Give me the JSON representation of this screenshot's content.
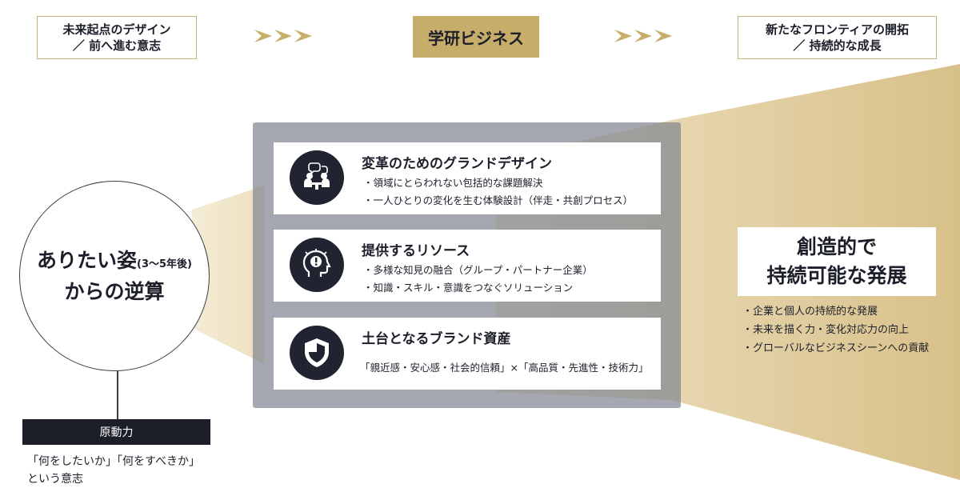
{
  "header": {
    "left_line1": "未来起点のデザイン",
    "left_line2": "／ 前へ進む意志",
    "center": "学研ビジネス",
    "right_line1": "新たなフロンティアの開拓",
    "right_line2": "／ 持続的な成長"
  },
  "origin": {
    "title": "ありたい姿",
    "paren": "(3〜5年後)",
    "title2": "からの逆算",
    "drive_label": "原動力",
    "drive_desc_line1": "「何をしたいか」「何をすべきか」",
    "drive_desc_line2": "という意志"
  },
  "cards": [
    {
      "icon": "meeting-icon",
      "title": "変革のためのグランドデザイン",
      "lines": [
        "・領域にとらわれない包括的な課題解決",
        "・一人ひとりの変化を生む体験設計（伴走・共創プロセス）"
      ]
    },
    {
      "icon": "idea-head-icon",
      "title": "提供するリソース",
      "lines": [
        "・多様な知見の融合（グループ・パートナー企業）",
        "・知識・スキル・意識をつなぐソリューション"
      ]
    },
    {
      "icon": "shield-icon",
      "title": "土台となるブランド資産",
      "lines": [
        "「親近感・安心感・社会的信頼」×「高品質・先進性・技術力」"
      ]
    }
  ],
  "result": {
    "line1": "創造的で",
    "line2": "持続可能な発展",
    "items": [
      "・企業と個人の持続的な発展",
      "・未来を描く力・変化対応力の向上",
      "・グローバルなビジネスシーンへの貢献"
    ]
  },
  "colors": {
    "gold": "#c7ad6a",
    "navy": "#1c1f2a",
    "panel": "#828691"
  }
}
